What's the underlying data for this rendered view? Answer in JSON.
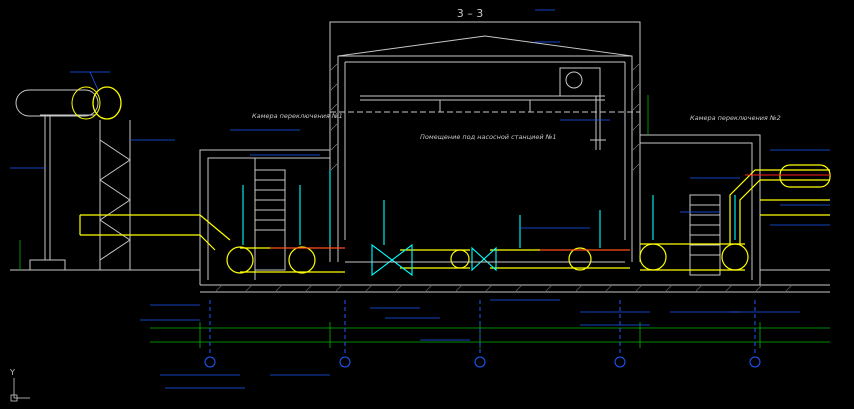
{
  "drawing": {
    "section_title": "3 – 3",
    "chamber_left_label": "Камера переключения №1",
    "chamber_right_label": "Камера переключения №2",
    "hall_label": "Помещение под насосной станцией №1",
    "ucs_label": "Y"
  },
  "colors": {
    "background": "#000000",
    "structure": "#c8c8c8",
    "dimension": "#00b400",
    "pipe": "#ffff00",
    "label": "#1e5aff",
    "accent": "#ff2020",
    "cyan": "#00ffff"
  }
}
